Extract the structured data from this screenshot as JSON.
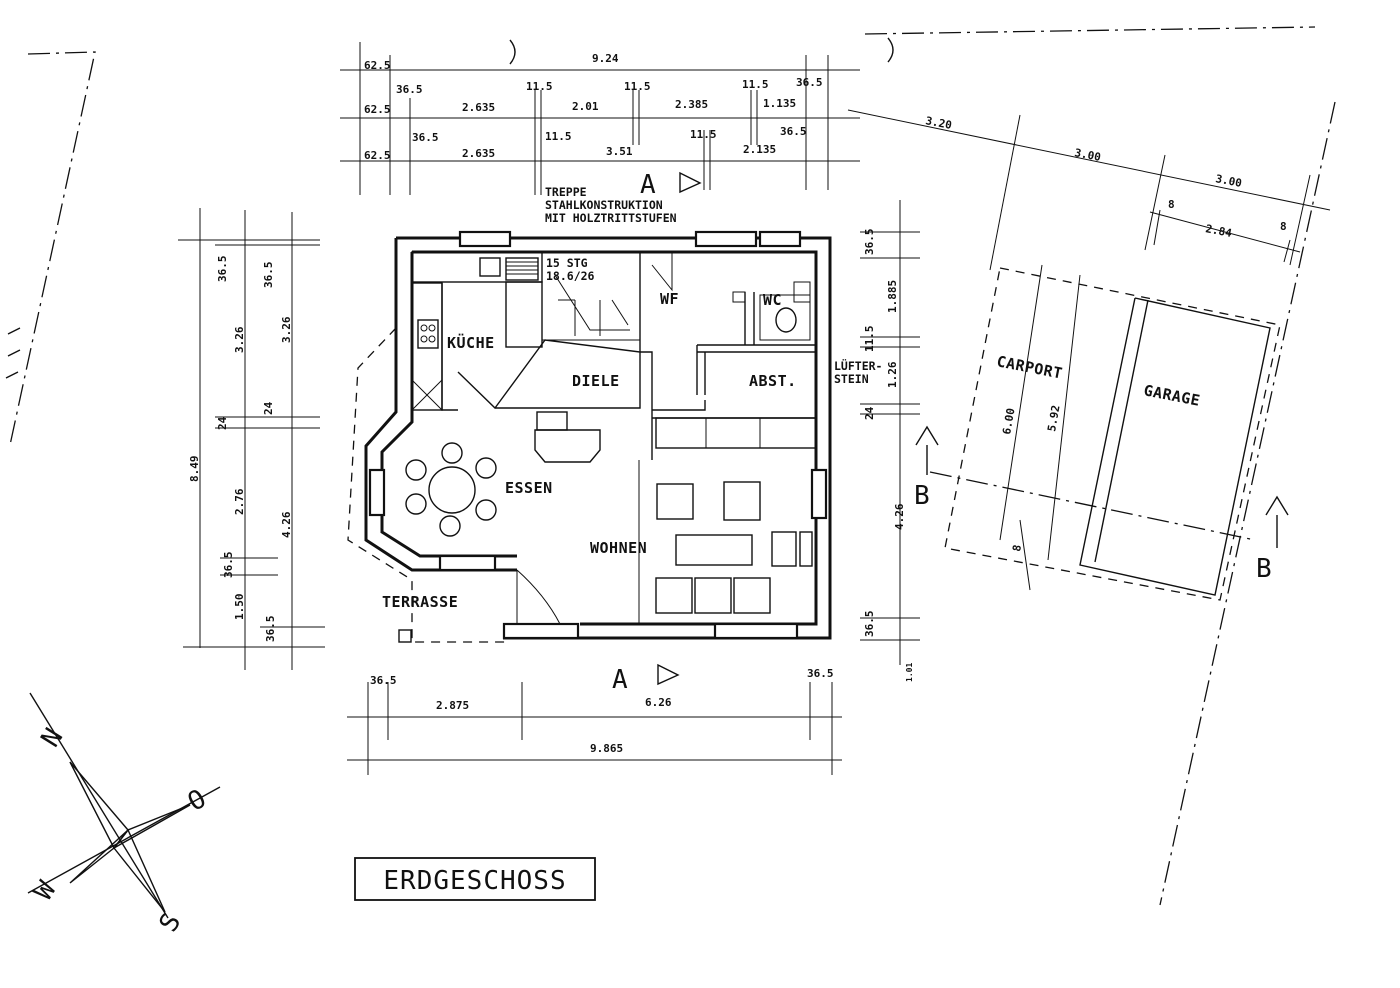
{
  "title": "ERDGESCHOSS",
  "rooms": {
    "kueche": "KÜCHE",
    "diele": "DIELE",
    "wf": "WF",
    "wc": "WC",
    "abst": "ABST.",
    "essen": "ESSEN",
    "wohnen": "WOHNEN",
    "terrasse": "TERRASSE",
    "carport": "CARPORT",
    "garage": "GARAGE"
  },
  "notes": {
    "treppe_line1": "TREPPE",
    "treppe_line2": "STAHLKONSTRUKTION",
    "treppe_line3": "MIT HOLZTRITTSTUFEN",
    "stg_line1": "15 STG",
    "stg_line2": "18.6/26",
    "lufter_line1": "LÜFTER-",
    "lufter_line2": "STEIN"
  },
  "section_marks": {
    "a": "A",
    "b": "B"
  },
  "compass": {
    "north": "N",
    "east": "O",
    "south": "S",
    "west": "W"
  },
  "dimensions": {
    "top": {
      "overall": "9.24",
      "row1": [
        "62.5",
        "36.5",
        "11.5",
        "11.5",
        "11.5",
        "36.5"
      ],
      "row2": [
        "62.5",
        "2.635",
        "2.01",
        "2.385",
        "1.135"
      ],
      "row3": [
        "36.5",
        "11.5",
        "11.5",
        "36.5"
      ],
      "row4": [
        "62.5",
        "2.635",
        "3.51",
        "2.135"
      ]
    },
    "garage_top": [
      "3.20",
      "3.00",
      "3.00",
      "8",
      "2.84",
      "8"
    ],
    "left_outer": [
      "8.49"
    ],
    "left_mid": [
      "36.5",
      "3.26",
      "24",
      "2.76",
      "36.5",
      "1.50"
    ],
    "left_inner": [
      "36.5",
      "3.26",
      "24",
      "4.26",
      "36.5"
    ],
    "right": [
      "36.5",
      "1.885",
      "11.5",
      "1.26",
      "24",
      "4.26",
      "36.5"
    ],
    "right_small": "1.01",
    "garage_side": [
      "6.00",
      "5.92",
      "8"
    ],
    "bottom": {
      "row1": [
        "36.5",
        "36.5"
      ],
      "row2": [
        "2.875",
        "6.26"
      ],
      "overall": "9.865"
    }
  }
}
